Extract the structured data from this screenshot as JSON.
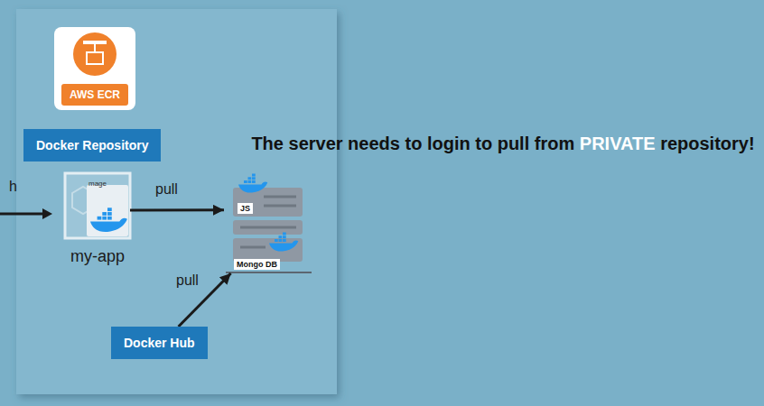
{
  "diagram": {
    "nodes": [
      {
        "text": [
          "AWS ECR"
        ]
      },
      {
        "text": [
          "Docker Repository"
        ]
      },
      {
        "text": [
          "mage",
          "my-app"
        ]
      },
      {
        "text": [
          "JS",
          "Mongo DB"
        ]
      },
      {
        "text": [
          "Docker Hub"
        ]
      }
    ],
    "edges": [
      {
        "from": 2,
        "to": 3,
        "label": "pull",
        "arrow": "to"
      },
      {
        "from": 4,
        "to": 3,
        "label": "pull",
        "arrow": "to"
      }
    ],
    "labels": [
      "h",
      "The server needs to login to pull from",
      "PRIVATE",
      "repository!"
    ]
  }
}
